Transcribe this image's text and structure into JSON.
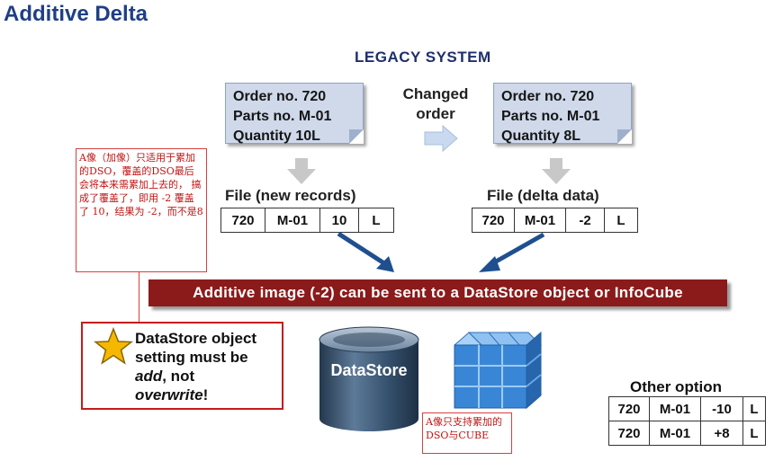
{
  "title": "Additive Delta",
  "legacy_system": "LEGACY SYSTEM",
  "changed_order": [
    "Changed",
    "order"
  ],
  "left_card": [
    "Order no. 720",
    "Parts no. M-01",
    "Quantity 10L"
  ],
  "right_card": [
    "Order no. 720",
    "Parts no. M-01",
    "Quantity 8L"
  ],
  "left_file_label": "File (new records)",
  "right_file_label": "File (delta data)",
  "left_record": [
    "720",
    "M-01",
    "10",
    "L"
  ],
  "right_record": [
    "720",
    "M-01",
    "-2",
    "L"
  ],
  "note_left": "A像（加像）只适用于累加的DSO，覆盖的DSO最后会将本来需累加上去的，  搞成了覆盖了，即用 -2 覆盖了 10，结果为 -2，而不是8",
  "banner": "Additive image (-2) can be sent to a DataStore object or InfoCube",
  "setting_text": {
    "line1": "DataStore object",
    "line2": "setting must be",
    "add_word": "add",
    "not_word": ", not",
    "overwrite_word": "overwrite",
    "exclaim": "!"
  },
  "datastore_label": "DataStore",
  "note_cube": "A像只支持累加的DSO与CUBE",
  "other_option": {
    "label": "Other option",
    "rows": [
      [
        "720",
        "M-01",
        "-10",
        "L"
      ],
      [
        "720",
        "M-01",
        "+8",
        "L"
      ]
    ]
  },
  "colors": {
    "title": "#1f3f86",
    "banner": "#8b1a1a",
    "note_border": "#d84040",
    "note_text": "#c01414",
    "arrow": "#1f4f8f",
    "star": "#f5b800",
    "cylinder": "#2e4a66",
    "cube": "#3a86d6"
  }
}
